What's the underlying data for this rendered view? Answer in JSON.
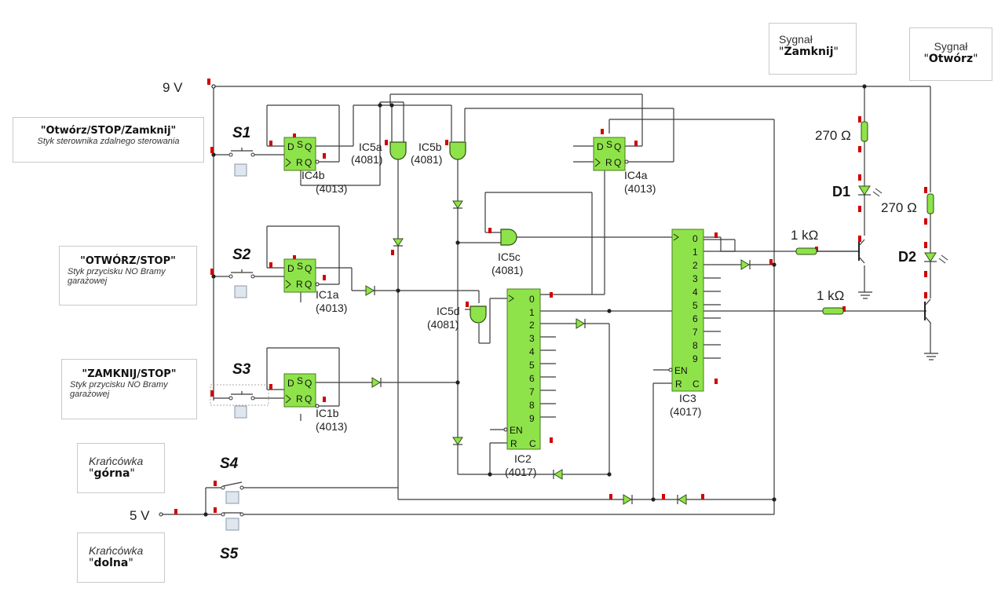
{
  "supply": {
    "v9": "9 V",
    "v5": "5 V"
  },
  "switches": {
    "s1": "S1",
    "s2": "S2",
    "s3": "S3",
    "s4": "S4",
    "s5": "S5"
  },
  "boxes": {
    "b1_title": "\"Otwórz/STOP/Zamknij\"",
    "b1_sub": "Styk sterownika zdalnego sterowania",
    "b2_title": "\"OTWÓRZ/STOP\"",
    "b2_sub": "Styk przycisku NO Bramy garażowej",
    "b3_title": "\"ZAMKNIJ/STOP\"",
    "b3_sub": "Styk przycisku NO Bramy garażowej",
    "b4_pre": "Krańcówka",
    "b4_q1": "\"",
    "b4_word": "górna",
    "b4_q2": "\"",
    "b5_pre": "Krańcówka",
    "b5_q1": "\"",
    "b5_word": "dolna",
    "b5_q2": "\"",
    "sig1_pre": "Sygnał",
    "sig1_q1": "\"",
    "sig1_word": "Zamknij",
    "sig1_q2": "\"",
    "sig2_pre": "Sygnał",
    "sig2_q1": "\"",
    "sig2_word": "Otwórz",
    "sig2_q2": "\""
  },
  "ff": {
    "d": "D",
    "s": "S",
    "q": "Q",
    "r": "R",
    "qn": "Q",
    "ic4b": "IC4b",
    "ic4a": "IC4a",
    "ic1a": "IC1a",
    "ic1b": "IC1b",
    "p4013": "(4013)"
  },
  "gates": {
    "ic5a": "IC5a",
    "ic5b": "IC5b",
    "ic5c": "IC5c",
    "ic5d": "IC5d",
    "p4081": "(4081)"
  },
  "counters": {
    "ic2": "IC2",
    "ic3": "IC3",
    "p4017": "(4017)",
    "outs": [
      "0",
      "1",
      "2",
      "3",
      "4",
      "5",
      "6",
      "7",
      "8",
      "9"
    ],
    "en": "EN",
    "r": "R",
    "c": "C"
  },
  "passives": {
    "r270a": "270 Ω",
    "r270b": "270 Ω",
    "r1ka": "1 kΩ",
    "r1kb": "1 kΩ",
    "d1": "D1",
    "d2": "D2"
  }
}
